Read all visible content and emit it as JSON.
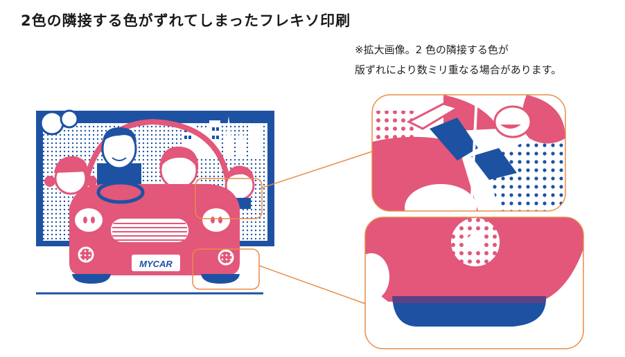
{
  "title": "2色の隣接する色がずれてしまったフレキソ印刷",
  "caption": {
    "line1": "※拡大画像。2 色の隣接する色が",
    "line2": "版ずれにより数ミリ重なる場合があります。"
  },
  "illustration": {
    "plate_text": "MYCAR"
  },
  "colors": {
    "pink": "#E2577A",
    "blue": "#1D52A3",
    "callout": "#E98C46",
    "text": "#1a1a1a"
  }
}
